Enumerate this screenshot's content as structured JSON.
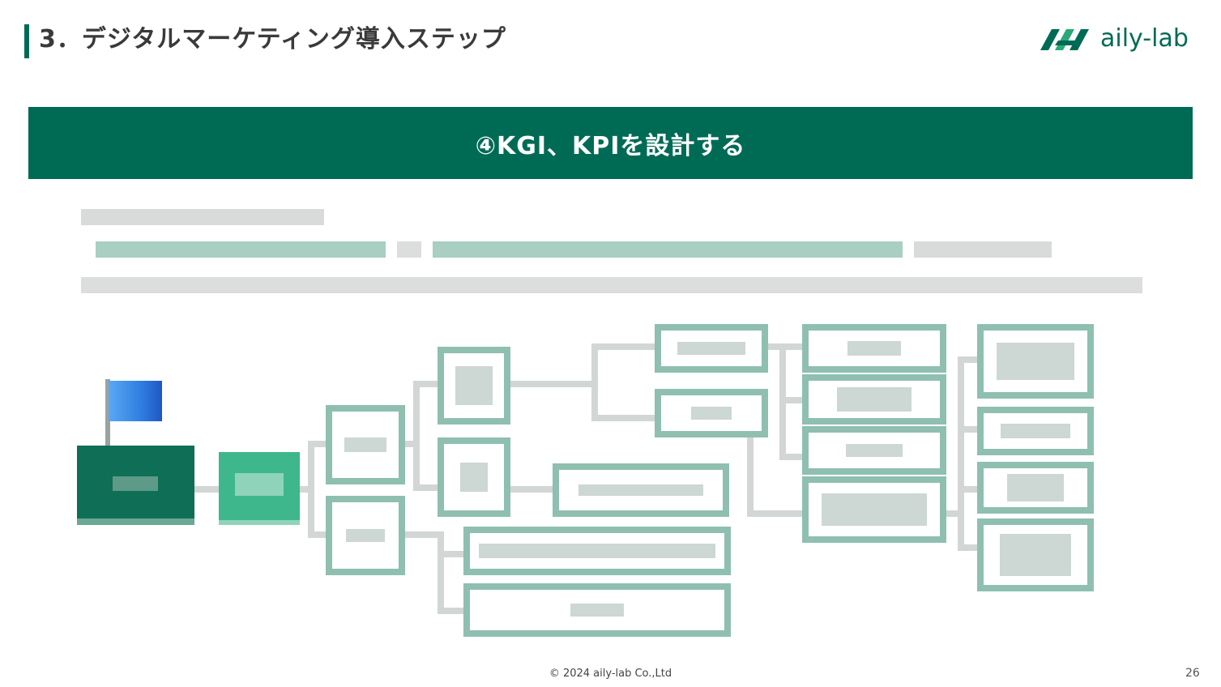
{
  "header": {
    "title": "3．デジタルマーケティング導入ステップ",
    "logo_text": "aily-lab",
    "accent_color": "#006b55"
  },
  "banner": {
    "heading": "④KGI、KPIを設計する"
  },
  "footer": {
    "copyright": "© 2024 aily-lab Co.,Ltd",
    "page_number": "26"
  },
  "diagram": {
    "icon": "flag-icon"
  }
}
